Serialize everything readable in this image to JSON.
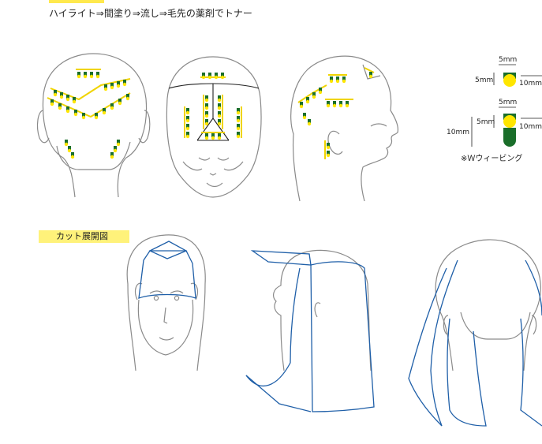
{
  "header": {
    "title": "ハイライト⇒間塗り⇒流し⇒毛先の薬剤でトナー"
  },
  "legend": {
    "top_width": "5mm",
    "top_height": "5mm",
    "top_length": "10mm",
    "bottom_width": "5mm",
    "bottom_height": "5mm",
    "bottom_total": "10mm",
    "bottom_length": "10mm",
    "note": "※Ｗウィービング"
  },
  "cut_section": {
    "label": "カット展開図"
  },
  "colors": {
    "highlight_yellow": "#ffe600",
    "weave_green": "#1a6e2a",
    "cut_line_blue": "#1f5fa8",
    "outline_gray": "#8a8a8a",
    "tag_yellow": "#fff27a"
  }
}
